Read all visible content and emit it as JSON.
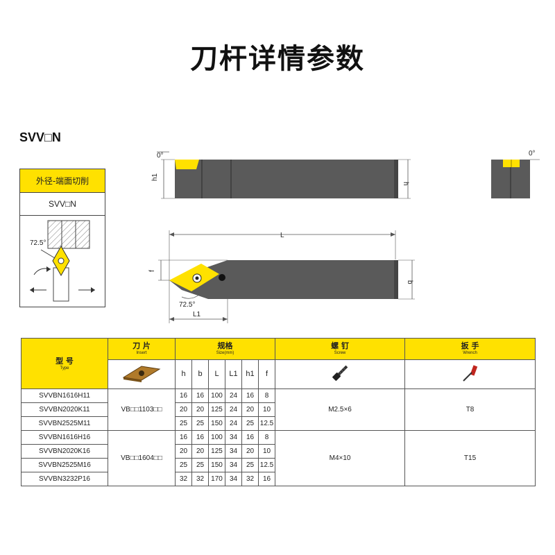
{
  "page": {
    "title": "刀杆详情参数",
    "model_code": "SVV□N"
  },
  "side_box": {
    "header": "外径-端面切削",
    "code": "SVV□N",
    "angle": "72.5°"
  },
  "drawing": {
    "angle_top_left": "0°",
    "angle_top_right": "0°",
    "dim_h1": "h1",
    "dim_h": "h",
    "dim_L": "L",
    "dim_f": "f",
    "dim_b": "b",
    "dim_L1": "L1",
    "angle_main": "72.5°"
  },
  "table": {
    "col_type_cn": "型 号",
    "col_type_en": "Type",
    "col_insert_cn": "刀 片",
    "col_insert_en": "Insert",
    "col_size_cn": "规格",
    "col_size_en": "Size(mm)",
    "col_screw_cn": "螺 钉",
    "col_screw_en": "Screw",
    "col_wrench_cn": "扳 手",
    "col_wrench_en": "Wrench",
    "size_cols": [
      "h",
      "b",
      "L",
      "L1",
      "h1",
      "f"
    ],
    "groups": [
      {
        "insert": "VB□□1103□□",
        "screw": "M2.5×6",
        "wrench": "T8",
        "rows": [
          {
            "type": "SVVBN1616H11",
            "h": "16",
            "b": "16",
            "L": "100",
            "L1": "24",
            "h1": "16",
            "f": "8"
          },
          {
            "type": "SVVBN2020K11",
            "h": "20",
            "b": "20",
            "L": "125",
            "L1": "24",
            "h1": "20",
            "f": "10"
          },
          {
            "type": "SVVBN2525M11",
            "h": "25",
            "b": "25",
            "L": "150",
            "L1": "24",
            "h1": "25",
            "f": "12.5"
          }
        ]
      },
      {
        "insert": "VB□□1604□□",
        "screw": "M4×10",
        "wrench": "T15",
        "rows": [
          {
            "type": "SVVBN1616H16",
            "h": "16",
            "b": "16",
            "L": "100",
            "L1": "34",
            "h1": "16",
            "f": "8"
          },
          {
            "type": "SVVBN2020K16",
            "h": "20",
            "b": "20",
            "L": "125",
            "L1": "34",
            "h1": "20",
            "f": "10"
          },
          {
            "type": "SVVBN2525M16",
            "h": "25",
            "b": "25",
            "L": "150",
            "L1": "34",
            "h1": "25",
            "f": "12.5"
          },
          {
            "type": "SVVBN3232P16",
            "h": "32",
            "b": "32",
            "L": "170",
            "L1": "34",
            "h1": "32",
            "f": "16"
          }
        ]
      }
    ]
  },
  "colors": {
    "accent_yellow": "#ffe100",
    "tool_body": "#5a5a5a",
    "insert_yellow": "#ffe100"
  }
}
